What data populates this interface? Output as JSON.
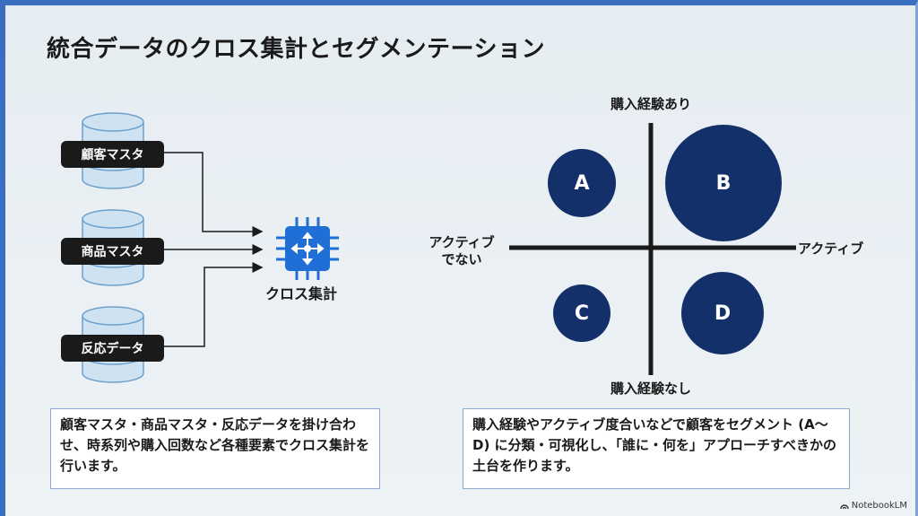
{
  "title": "統合データのクロス集計とセグメンテーション",
  "sources": [
    {
      "label": "顧客マスタ"
    },
    {
      "label": "商品マスタ"
    },
    {
      "label": "反応データ"
    }
  ],
  "hub": {
    "label": "クロス集計"
  },
  "matrix": {
    "top_label": "購入経験あり",
    "bottom_label": "購入経験なし",
    "left_label_line1": "アクティブ",
    "left_label_line2": "でない",
    "right_label": "アクティブ",
    "segments": [
      "A",
      "B",
      "C",
      "D"
    ]
  },
  "notes": {
    "left": "顧客マスタ・商品マスタ・反応データを掛け合わせ、時系列や購入回数など各種要素でクロス集計を行います。",
    "right": "購入経験やアクティブ度合いなどで顧客をセグメント (A〜D) に分類・可視化し、「誰に・何を」アプローチすべきかの土台を作ります。"
  },
  "brand": "NotebookLM",
  "colors": {
    "accent": "#3a6fc0",
    "circle": "#14306b",
    "chip": "#1f6fd6"
  }
}
